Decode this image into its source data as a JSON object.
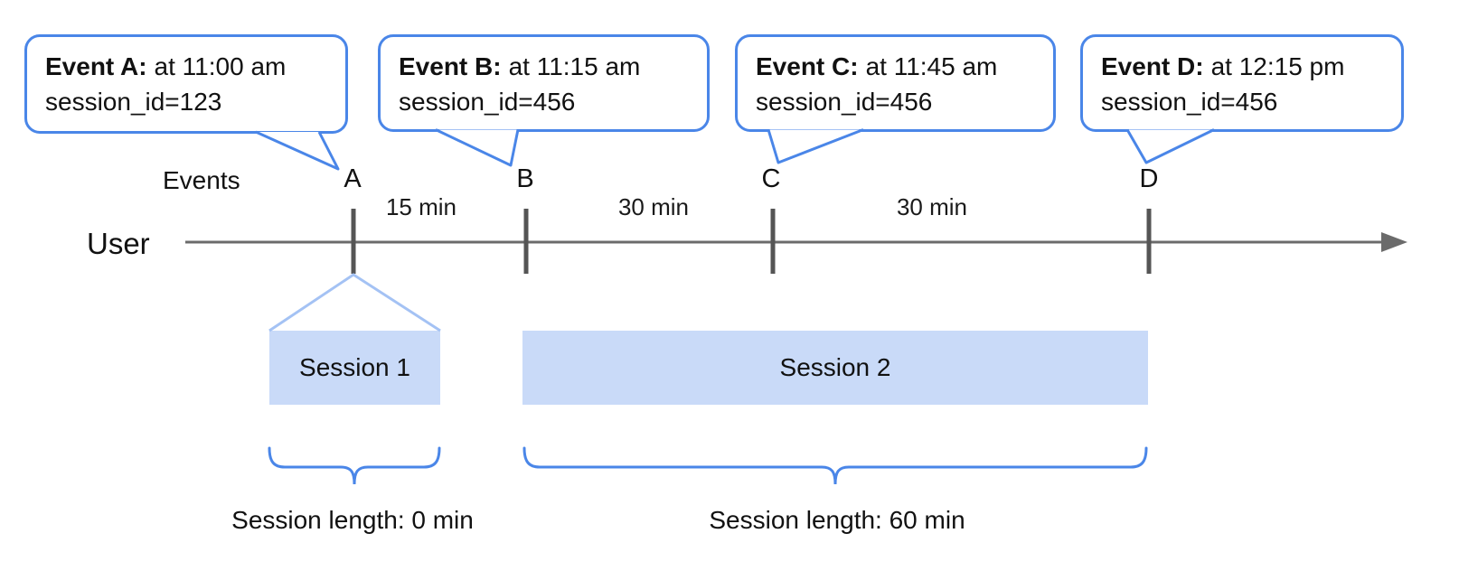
{
  "diagram": {
    "title_implied": "Event session timeline",
    "bubbles": [
      {
        "title": "Event A:",
        "time": "at 11:00 am",
        "session": "session_id=123"
      },
      {
        "title": "Event B:",
        "time": "at 11:15 am",
        "session": "session_id=456"
      },
      {
        "title": "Event C:",
        "time": "at 11:45 am",
        "session": "session_id=456"
      },
      {
        "title": "Event D:",
        "time": "at 12:15 pm",
        "session": "session_id=456"
      }
    ],
    "events_label": "Events",
    "event_letters": [
      "A",
      "B",
      "C",
      "D"
    ],
    "user_label": "User",
    "intervals": [
      "15 min",
      "30 min",
      "30 min"
    ],
    "sessions": [
      {
        "label": "Session 1",
        "length": "Session length: 0 min"
      },
      {
        "label": "Session 2",
        "length": "Session length: 60 min"
      }
    ],
    "colors": {
      "accent_blue": "#4a86e8",
      "session_fill": "#c9daf8",
      "connector_blue": "#a4c2f4",
      "line_gray": "#6b6b6b",
      "tick_gray": "#555555"
    }
  }
}
